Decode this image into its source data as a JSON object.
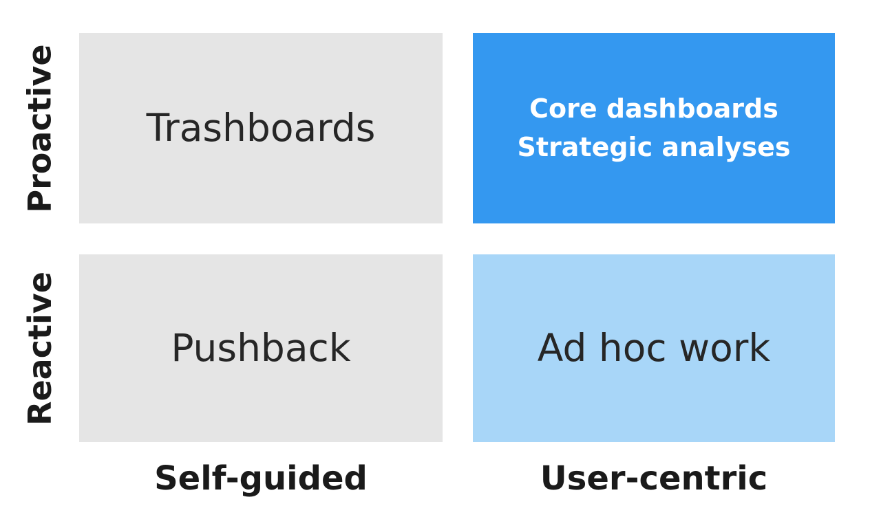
{
  "diagram": {
    "type": "2x2 matrix",
    "colors": {
      "neutral_fill": "#E5E5E5",
      "accent_fill": "#3498F0",
      "accent_light_fill": "#A8D6F8",
      "text_dark": "#262626",
      "axis_label_text": "#1A1A1A",
      "highlight_text": "#FFFFFF",
      "background": "#FFFFFF"
    },
    "row_labels": [
      {
        "id": "proactive",
        "label": "Proactive"
      },
      {
        "id": "reactive",
        "label": "Reactive"
      }
    ],
    "column_labels": [
      {
        "id": "self-guided",
        "label": "Self-guided"
      },
      {
        "id": "user-centric",
        "label": "User-centric"
      }
    ],
    "quadrants": [
      {
        "id": "proactive-self-guided",
        "row": "Proactive",
        "column": "Self-guided",
        "lines": [
          "Trashboards"
        ],
        "fill": "#E5E5E5",
        "emphasis": "normal"
      },
      {
        "id": "proactive-user-centric",
        "row": "Proactive",
        "column": "User-centric",
        "lines": [
          "Core dashboards",
          "Strategic analyses"
        ],
        "fill": "#3498F0",
        "emphasis": "highlight"
      },
      {
        "id": "reactive-self-guided",
        "row": "Reactive",
        "column": "Self-guided",
        "lines": [
          "Pushback"
        ],
        "fill": "#E5E5E5",
        "emphasis": "normal"
      },
      {
        "id": "reactive-user-centric",
        "row": "Reactive",
        "column": "User-centric",
        "lines": [
          "Ad hoc work"
        ],
        "fill": "#A8D6F8",
        "emphasis": "normal"
      }
    ]
  }
}
